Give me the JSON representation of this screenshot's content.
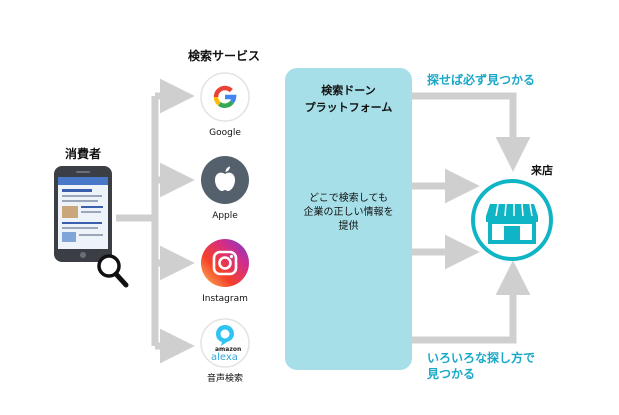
{
  "left": {
    "consumer_label": "消費者"
  },
  "services": {
    "heading": "検索サービス",
    "items": [
      {
        "name": "Google",
        "label": "Google"
      },
      {
        "name": "Apple",
        "label": "Apple"
      },
      {
        "name": "Instagram",
        "label": "Instagram"
      },
      {
        "name": "Voice",
        "label": "音声検索",
        "alexa_top": "amazon",
        "alexa_text": "alexa"
      }
    ]
  },
  "platform": {
    "title_line1": "検索ドーン",
    "title_line2": "プラットフォーム",
    "desc_line1": "どこで検索しても",
    "desc_line2": "企業の正しい情報を",
    "desc_line3": "提供"
  },
  "right": {
    "top_note": "探せば必ず見つかる",
    "bottom_note_line1": "いろいろな探し方で",
    "bottom_note_line2": "見つかる",
    "store_label": "来店"
  },
  "colors": {
    "arrow": "#cfcfcf",
    "platform": "#a6dfe8",
    "teal": "#1aa8c8",
    "store": "#10b5c5"
  }
}
